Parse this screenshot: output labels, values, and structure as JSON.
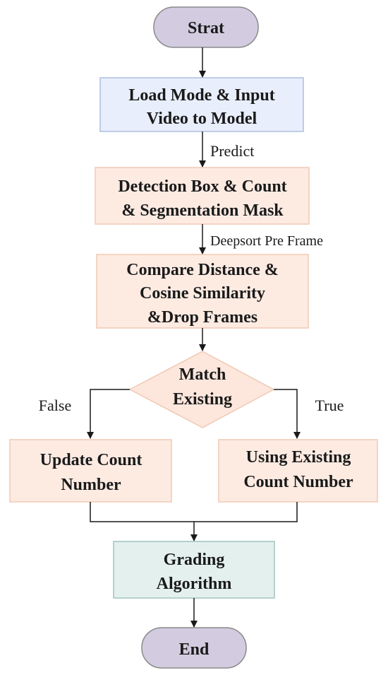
{
  "colors": {
    "terminal_fill": "#d3cce0",
    "process_blue": "#e8eefb",
    "process_orange": "#fdebe2",
    "decision_fill": "#fde6dc",
    "process_green": "#e4f0ee",
    "line": "#1a1a1a"
  },
  "nodes": {
    "start": {
      "label": "Strat"
    },
    "load": {
      "line1": "Load Mode & Input",
      "line2": "Video to Model"
    },
    "detect": {
      "line1": "Detection Box & Count",
      "line2": "& Segmentation Mask"
    },
    "compare": {
      "line1": "Compare Distance &",
      "line2": "Cosine Similarity",
      "line3": "&Drop Frames"
    },
    "match": {
      "line1": "Match",
      "line2": "Existing"
    },
    "update": {
      "line1": "Update Count",
      "line2": "Number"
    },
    "using": {
      "line1": "Using Existing",
      "line2": "Count Number"
    },
    "grading": {
      "line1": "Grading",
      "line2": "Algorithm"
    },
    "end": {
      "label": "End"
    }
  },
  "edges": {
    "predict": "Predict",
    "deepsort": "Deepsort Pre Frame",
    "false_branch": "False",
    "true_branch": "True"
  }
}
